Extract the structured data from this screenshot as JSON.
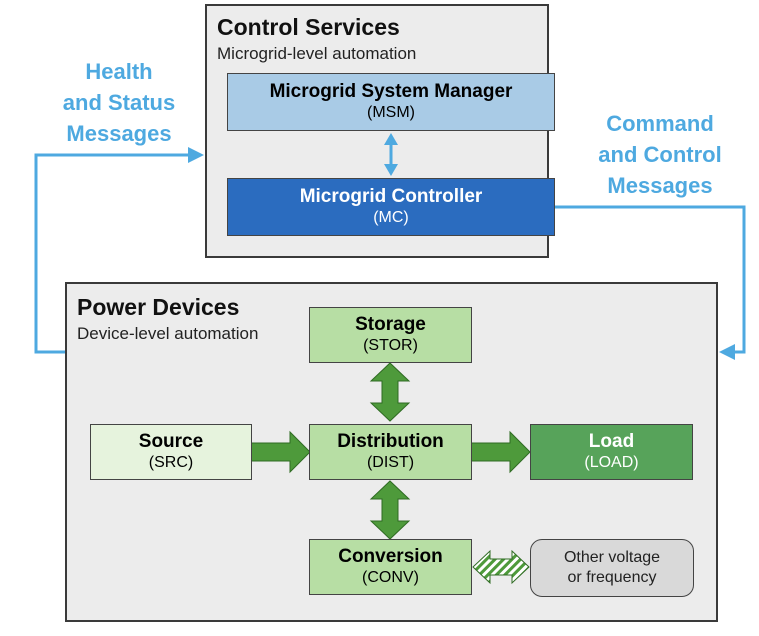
{
  "control_services": {
    "title": "Control Services",
    "subtitle": "Microgrid-level automation",
    "msm": {
      "name": "Microgrid System Manager",
      "abbr": "(MSM)"
    },
    "mc": {
      "name": "Microgrid Controller",
      "abbr": "(MC)"
    }
  },
  "power_devices": {
    "title": "Power Devices",
    "subtitle": "Device-level automation",
    "storage": {
      "name": "Storage",
      "abbr": "(STOR)"
    },
    "source": {
      "name": "Source",
      "abbr": "(SRC)"
    },
    "distribution": {
      "name": "Distribution",
      "abbr": "(DIST)"
    },
    "load": {
      "name": "Load",
      "abbr": "(LOAD)"
    },
    "conversion": {
      "name": "Conversion",
      "abbr": "(CONV)"
    },
    "other": {
      "line1": "Other voltage",
      "line2": "or frequency"
    }
  },
  "messages": {
    "health": {
      "line1": "Health",
      "line2": "and Status",
      "line3": "Messages"
    },
    "command": {
      "line1": "Command",
      "line2": "and Control",
      "line3": "Messages"
    }
  },
  "colors": {
    "message_blue": "#4ea9e0",
    "msm_fill": "#a9cbe6",
    "mc_fill": "#2b6cbf",
    "green_light": "#e6f3dd",
    "green_mid": "#b7dea4",
    "green_dark": "#57a35a",
    "arrow_green": "#4e9a3b"
  }
}
